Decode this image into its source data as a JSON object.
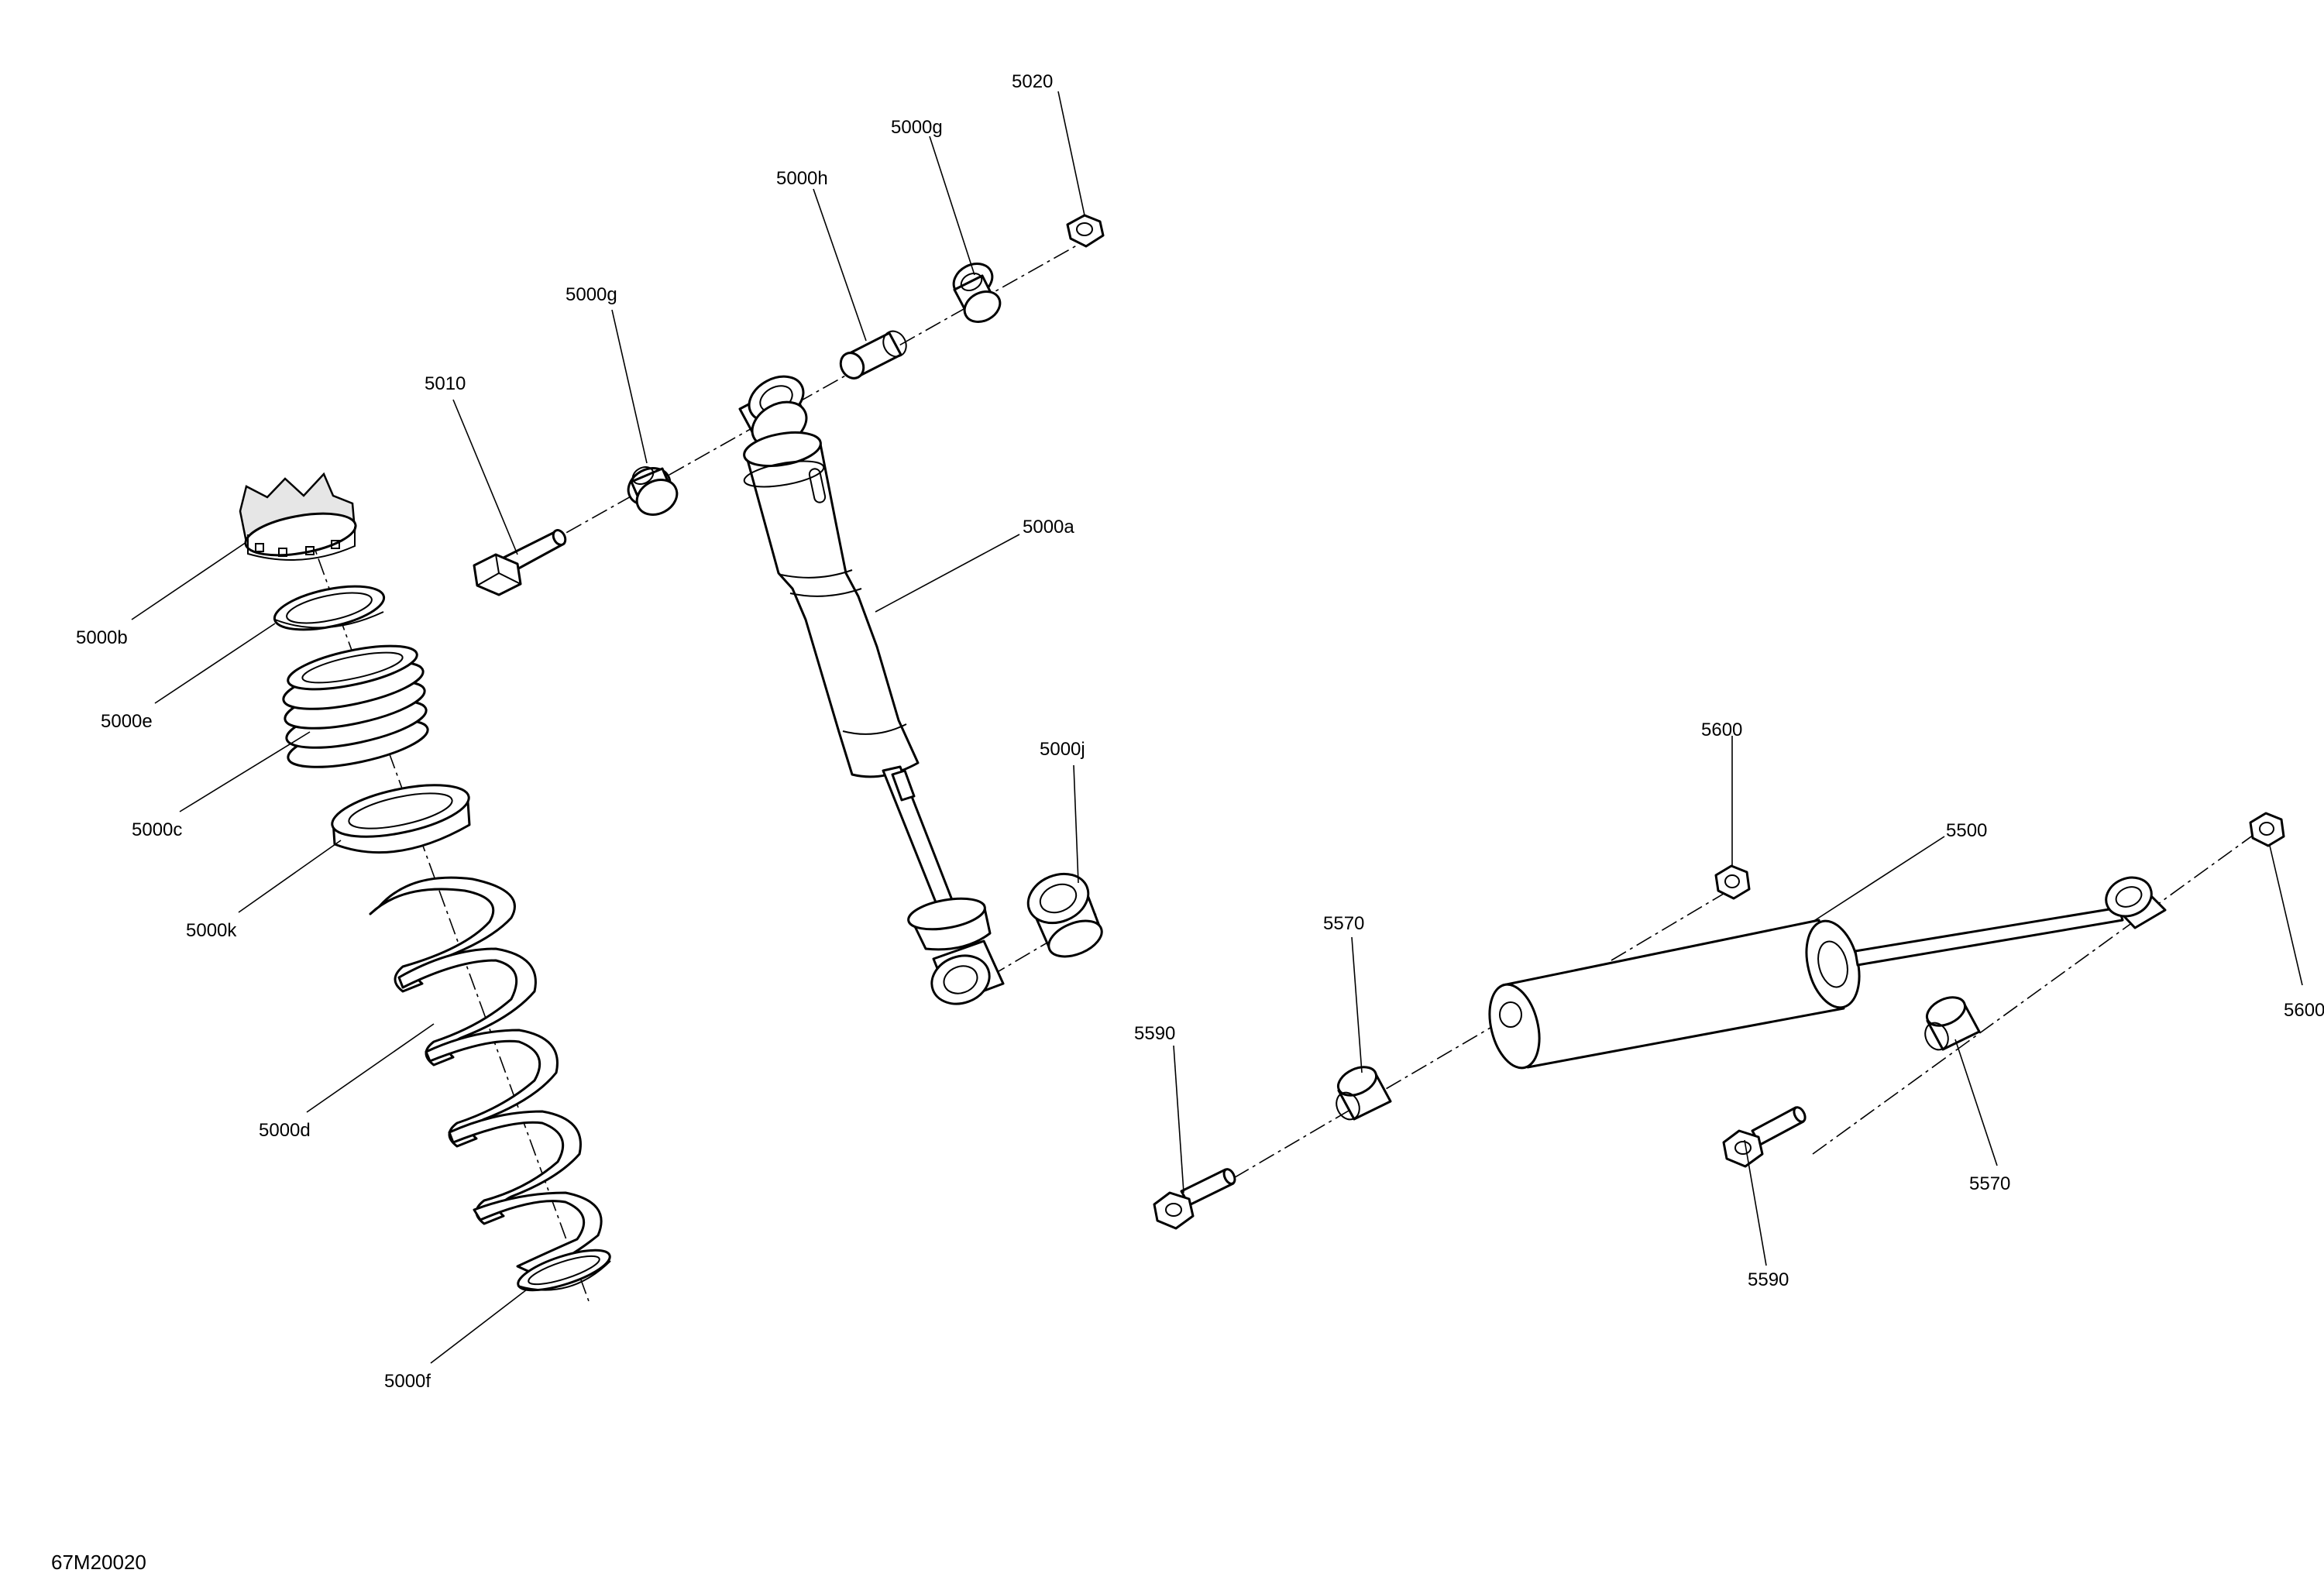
{
  "diagram_code": "67M20020",
  "labels": {
    "l5020": "5020",
    "l5000g_top": "5000g",
    "l5000h": "5000h",
    "l5000g_mid": "5000g",
    "l5010": "5010",
    "l5000a": "5000a",
    "l5000b": "5000b",
    "l5000e": "5000e",
    "l5000c": "5000c",
    "l5000k": "5000k",
    "l5000d": "5000d",
    "l5000f": "5000f",
    "l5000j": "5000j",
    "l5600_top": "5600",
    "l5500": "5500",
    "l5600_right": "5600",
    "l5570_left": "5570",
    "l5590_left": "5590",
    "l5570_right": "5570",
    "l5590_right": "5590"
  }
}
